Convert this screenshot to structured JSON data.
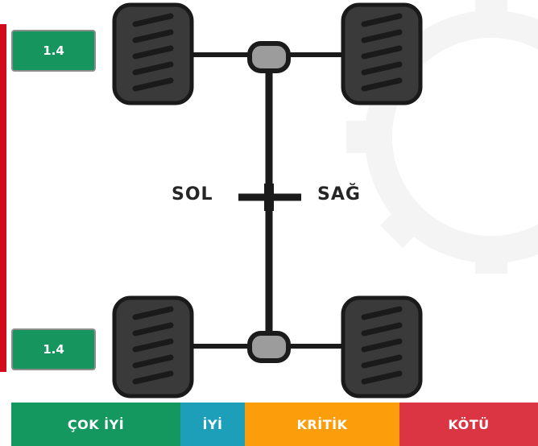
{
  "measurements": {
    "front_left": "1.4",
    "rear_left": "1.4"
  },
  "labels": {
    "left": "SOL",
    "right": "SAĞ"
  },
  "legend": [
    {
      "label": "ÇOK İYİ",
      "color": "#15985f"
    },
    {
      "label": "İYİ",
      "color": "#1d9fb9"
    },
    {
      "label": "KRİTİK",
      "color": "#fc9d0b"
    },
    {
      "label": "KÖTÜ",
      "color": "#db3443"
    }
  ],
  "colors": {
    "indicator_bar": "#d10a1c",
    "status_good": "#16955e"
  }
}
